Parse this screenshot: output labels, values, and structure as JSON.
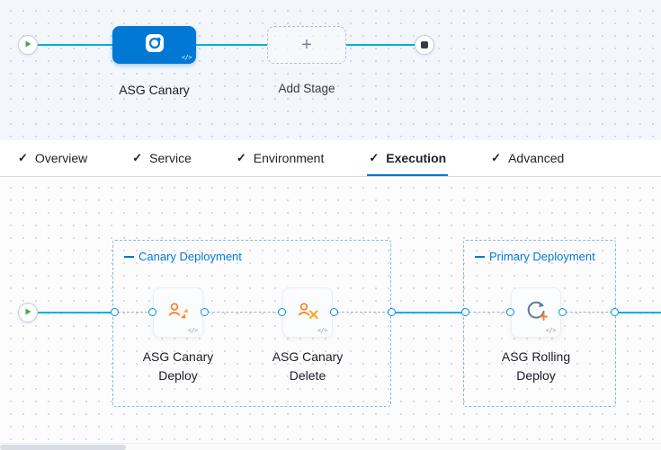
{
  "icons": {
    "check": "✓",
    "plus": "+",
    "code": "</>"
  },
  "colors": {
    "primary_blue": "#0278d5",
    "edge_blue": "#00ade4",
    "play_green": "#42ab45",
    "stop_dark": "#383946",
    "step_icon_orange": "#ff832b",
    "group_border_blue": "#8ab9e3"
  },
  "pipeline": {
    "stage": {
      "label": "ASG Canary",
      "icon": "harness-stage-icon"
    },
    "add_stage": {
      "label": "Add Stage",
      "icon": "plus-icon"
    },
    "start_icon": "play-icon",
    "end_icon": "stop-icon"
  },
  "tabs": [
    {
      "label": "Overview",
      "checked": true,
      "active": false
    },
    {
      "label": "Service",
      "checked": true,
      "active": false
    },
    {
      "label": "Environment",
      "checked": true,
      "active": false
    },
    {
      "label": "Execution",
      "checked": true,
      "active": true
    },
    {
      "label": "Advanced",
      "checked": true,
      "active": false
    }
  ],
  "execution": {
    "start_icon": "play-icon",
    "groups": [
      {
        "title": "Canary Deployment",
        "steps": [
          {
            "label": "ASG Canary Deploy",
            "icon": "asg-canary-deploy-icon"
          },
          {
            "label": "ASG Canary Delete",
            "icon": "asg-canary-delete-icon"
          }
        ]
      },
      {
        "title": "Primary Deployment",
        "steps": [
          {
            "label": "ASG Rolling Deploy",
            "icon": "asg-rolling-deploy-icon"
          }
        ]
      }
    ]
  }
}
